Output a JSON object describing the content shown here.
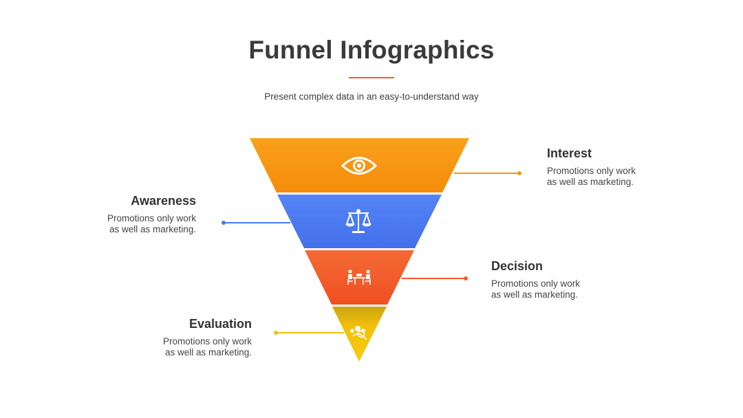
{
  "header": {
    "title": "Funnel Infographics",
    "subtitle": "Present complex data in an easy-to-understand way"
  },
  "colors": {
    "accent_rule": "#e8622f",
    "interest": "#f7960f",
    "awareness": "#4a78f0",
    "decision": "#f25a2b",
    "evaluation": "#f2c10a"
  },
  "stages": [
    {
      "key": "interest",
      "label": "Interest",
      "desc_line1": "Promotions only work",
      "desc_line2": "as well as marketing.",
      "icon": "eye-icon",
      "color": "#f7960f"
    },
    {
      "key": "awareness",
      "label": "Awareness",
      "desc_line1": "Promotions only work",
      "desc_line2": "as well as marketing.",
      "icon": "scales-icon",
      "color": "#4a78f0"
    },
    {
      "key": "decision",
      "label": "Decision",
      "desc_line1": "Promotions only work",
      "desc_line2": "as well as marketing.",
      "icon": "meeting-icon",
      "color": "#f25a2b"
    },
    {
      "key": "evaluation",
      "label": "Evaluation",
      "desc_line1": "Promotions only work",
      "desc_line2": "as well as marketing.",
      "icon": "team-search-icon",
      "color": "#f2c10a"
    }
  ]
}
